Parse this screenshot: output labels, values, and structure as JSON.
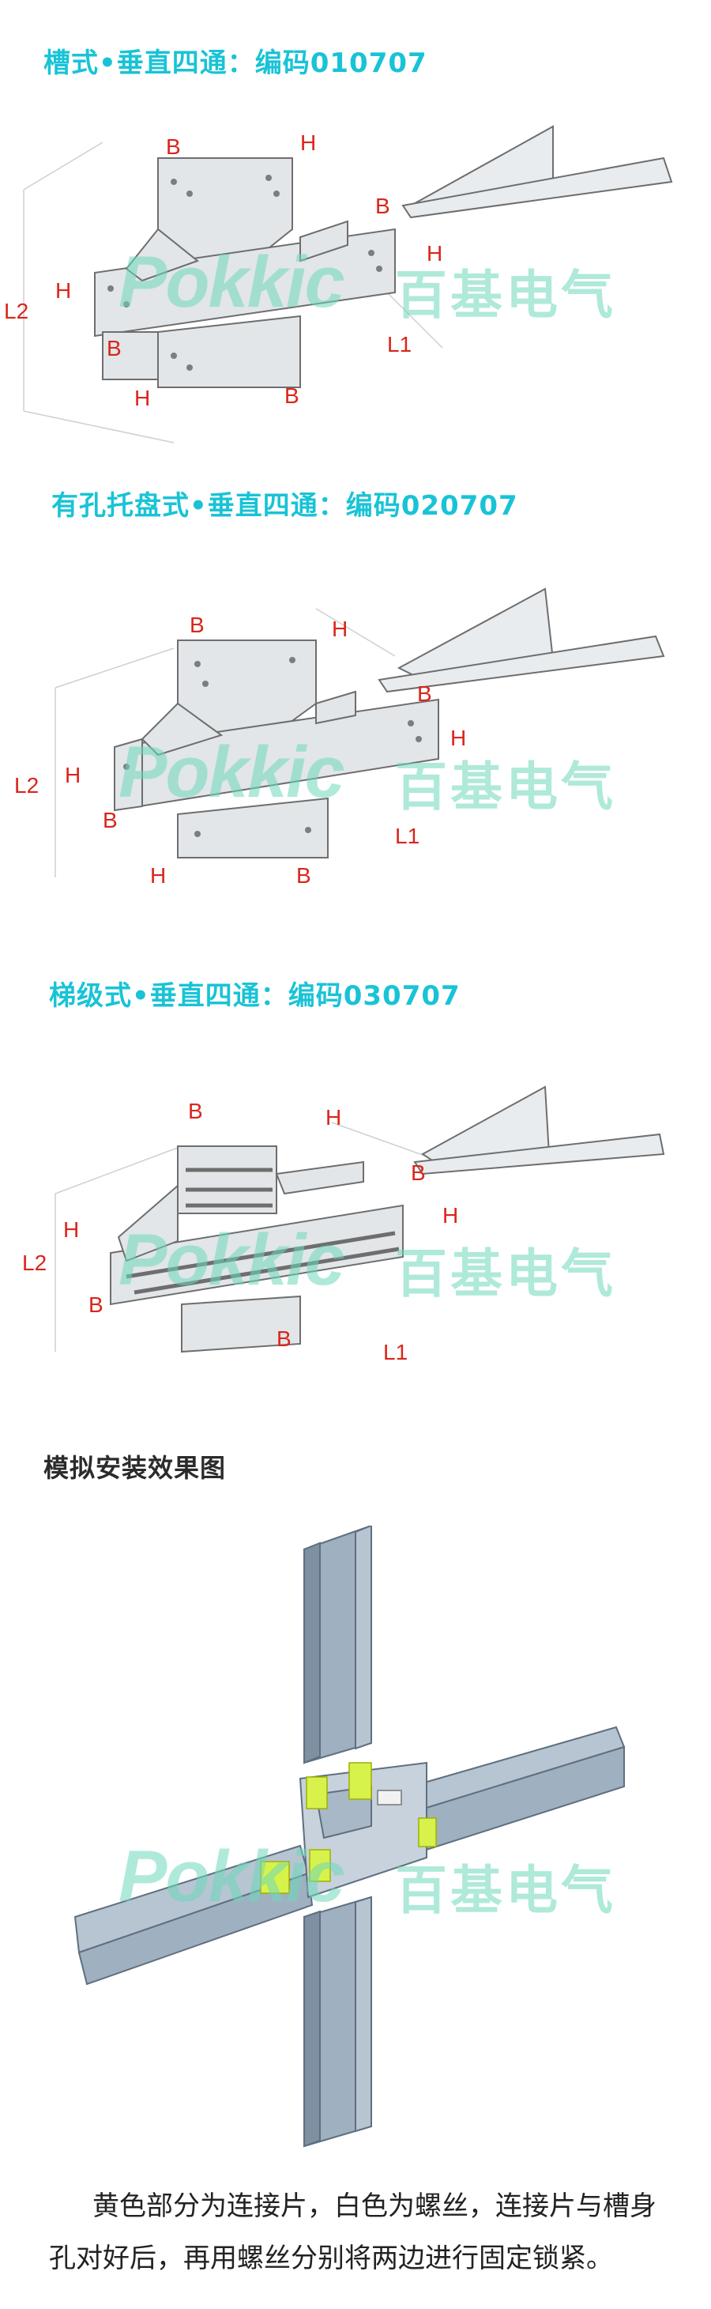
{
  "sections": [
    {
      "title": "槽式•垂直四通：编码010707",
      "labels": {
        "b1": "B",
        "h1": "H",
        "b2": "B",
        "h2": "H",
        "l2": "L2",
        "h3": "H",
        "b3": "B",
        "l1": "L1",
        "h4": "H",
        "b4": "B"
      }
    },
    {
      "title": "有孔托盘式•垂直四通：编码020707",
      "labels": {
        "b1": "B",
        "h1": "H",
        "h2": "H",
        "b2": "B",
        "l2": "L2",
        "h3": "H",
        "b3": "B",
        "l1": "L1",
        "h4": "H",
        "b4": "B"
      }
    },
    {
      "title": "梯级式•垂直四通：编码030707",
      "labels": {
        "b1": "B",
        "h1": "H",
        "b2": "B",
        "h2": "H",
        "h3": "H",
        "l2": "L2",
        "b3": "B",
        "b4": "B",
        "l1": "L1"
      }
    }
  ],
  "simulation": {
    "title": "模拟安装效果图"
  },
  "watermark": {
    "latin": "Pokkic",
    "chinese": "百基电气"
  },
  "caption": "黄色部分为连接片，白色为螺丝，连接片与槽身孔对好后，再用螺丝分别将两边进行固定锁紧。",
  "colors": {
    "title": "#19c3d6",
    "dimension": "#d9261c",
    "metal": "#dfe3e6",
    "stroke": "#6e6e6e",
    "tray": "#9fb0c0",
    "connector": "#d7f24a"
  }
}
